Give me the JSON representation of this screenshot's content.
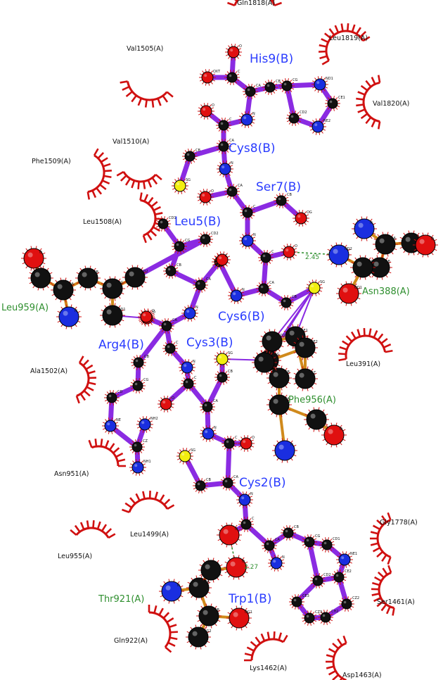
{
  "colors": {
    "bond_ligand": "#8a2be2",
    "bond_nonligand": "#d08a1c",
    "hbond": "#2f8f2f",
    "hydrophobic": "#d01010",
    "carbon": "#111111",
    "nitrogen": "#1a2ee0",
    "oxygen": "#e01010",
    "sulfur": "#f2ee10",
    "ligand_label": "#2a3cff",
    "residue_label": "#2f8f2f"
  },
  "ligand_residues": [
    {
      "id": "his9",
      "label": "His9(B)"
    },
    {
      "id": "cys8",
      "label": "Cys8(B)"
    },
    {
      "id": "ser7",
      "label": "Ser7(B)"
    },
    {
      "id": "leu5",
      "label": "Leu5(B)"
    },
    {
      "id": "cys6",
      "label": "Cys6(B)"
    },
    {
      "id": "arg4",
      "label": "Arg4(B)"
    },
    {
      "id": "cys3",
      "label": "Cys3(B)"
    },
    {
      "id": "cys2",
      "label": "Cys2(B)"
    },
    {
      "id": "trp1",
      "label": "Trp1(B)"
    }
  ],
  "hbond_residues": [
    {
      "id": "asn388",
      "label": "Asn388(A)"
    },
    {
      "id": "leu959",
      "label": "Leu959(A)"
    },
    {
      "id": "phe956",
      "label": "Phe956(A)"
    },
    {
      "id": "thr921",
      "label": "Thr921(A)"
    }
  ],
  "hydrophobic_residues": [
    {
      "id": "gln1818",
      "label": "Gln1818(A)"
    },
    {
      "id": "leu1819",
      "label": "Leu1819(A)"
    },
    {
      "id": "val1505",
      "label": "Val1505(A)"
    },
    {
      "id": "val1820",
      "label": "Val1820(A)"
    },
    {
      "id": "val1510",
      "label": "Val1510(A)"
    },
    {
      "id": "phe1509",
      "label": "Phe1509(A)"
    },
    {
      "id": "leu1508",
      "label": "Leu1508(A)"
    },
    {
      "id": "leu391",
      "label": "Leu391(A)"
    },
    {
      "id": "ala1502",
      "label": "Ala1502(A)"
    },
    {
      "id": "asn951",
      "label": "Asn951(A)"
    },
    {
      "id": "leu1499",
      "label": "Leu1499(A)"
    },
    {
      "id": "gly1778",
      "label": "Gly1778(A)"
    },
    {
      "id": "leu955",
      "label": "Leu955(A)"
    },
    {
      "id": "ser1461",
      "label": "Ser1461(A)"
    },
    {
      "id": "gln922",
      "label": "Gln922(A)"
    },
    {
      "id": "lys1462",
      "label": "Lys1462(A)"
    },
    {
      "id": "asp1463",
      "label": "Asp1463(A)"
    }
  ],
  "hbond_distances": [
    "2.45",
    "2.27"
  ],
  "atom_labels": [
    "CA",
    "C",
    "N",
    "O",
    "CB",
    "CG",
    "CD",
    "CD1",
    "CD2",
    "CE",
    "CE1",
    "CE2",
    "CE3",
    "CZ",
    "CZ2",
    "CZ3",
    "CH2",
    "NE",
    "NE1",
    "NE2",
    "ND1",
    "NH1",
    "NH2",
    "ND2",
    "OD1",
    "OG",
    "OG1",
    "OXT",
    "SG",
    "CG1",
    "CG2"
  ]
}
